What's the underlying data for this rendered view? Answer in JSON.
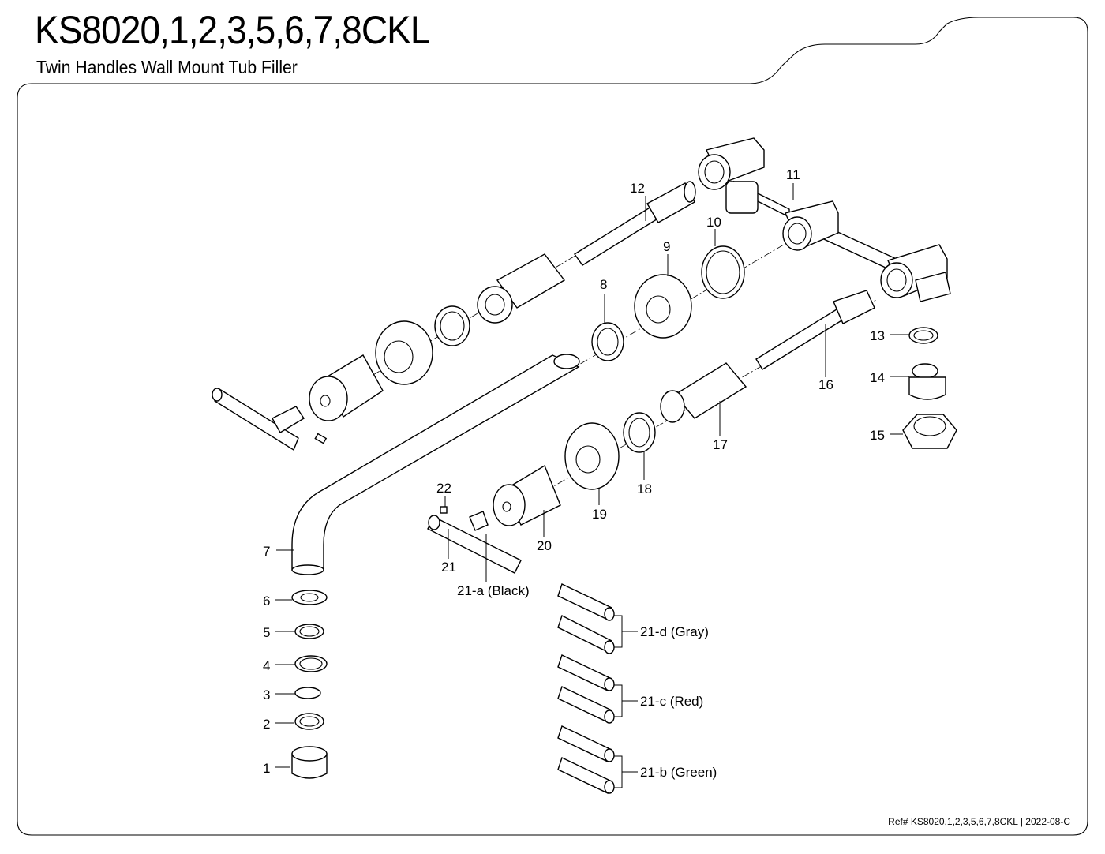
{
  "header": {
    "title": "KS8020,1,2,3,5,6,7,8CKL",
    "subtitle": "Twin Handles Wall Mount Tub Filler"
  },
  "footer": {
    "ref": "Ref# KS8020,1,2,3,5,6,7,8CKL | 2022-08-C"
  },
  "callouts": {
    "c1": "1",
    "c2": "2",
    "c3": "3",
    "c4": "4",
    "c5": "5",
    "c6": "6",
    "c7": "7",
    "c8": "8",
    "c9": "9",
    "c10": "10",
    "c11": "11",
    "c12": "12",
    "c13": "13",
    "c14": "14",
    "c15": "15",
    "c16": "16",
    "c17": "17",
    "c18": "18",
    "c19": "19",
    "c20": "20",
    "c21": "21",
    "c22": "22",
    "c21a": "21-a (Black)",
    "c21b": "21-b (Green)",
    "c21c": "21-c (Red)",
    "c21d": "21-d (Gray)"
  }
}
